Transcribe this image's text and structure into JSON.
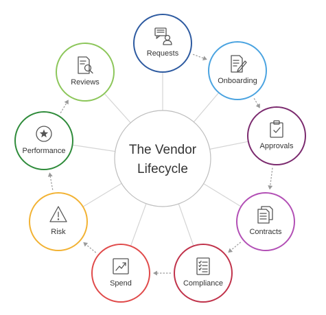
{
  "diagram": {
    "center": {
      "line1": "The Vendor",
      "line2": "Lifecycle"
    },
    "nodes": [
      {
        "id": "requests",
        "label": "Requests",
        "color": "#2d5aa0",
        "icon": "requests-icon"
      },
      {
        "id": "onboarding",
        "label": "Onboarding",
        "color": "#4aa3e0",
        "icon": "onboarding-icon"
      },
      {
        "id": "approvals",
        "label": "Approvals",
        "color": "#7b2a6e",
        "icon": "approvals-icon"
      },
      {
        "id": "contracts",
        "label": "Contracts",
        "color": "#b24fb5",
        "icon": "contracts-icon"
      },
      {
        "id": "compliance",
        "label": "Compliance",
        "color": "#c0324a",
        "icon": "compliance-icon"
      },
      {
        "id": "spend",
        "label": "Spend",
        "color": "#e04a4a",
        "icon": "spend-icon"
      },
      {
        "id": "risk",
        "label": "Risk",
        "color": "#f2b233",
        "icon": "risk-icon"
      },
      {
        "id": "performance",
        "label": "Performance",
        "color": "#2e8b3a",
        "icon": "performance-icon"
      },
      {
        "id": "reviews",
        "label": "Reviews",
        "color": "#8cc65a",
        "icon": "reviews-icon"
      }
    ]
  }
}
